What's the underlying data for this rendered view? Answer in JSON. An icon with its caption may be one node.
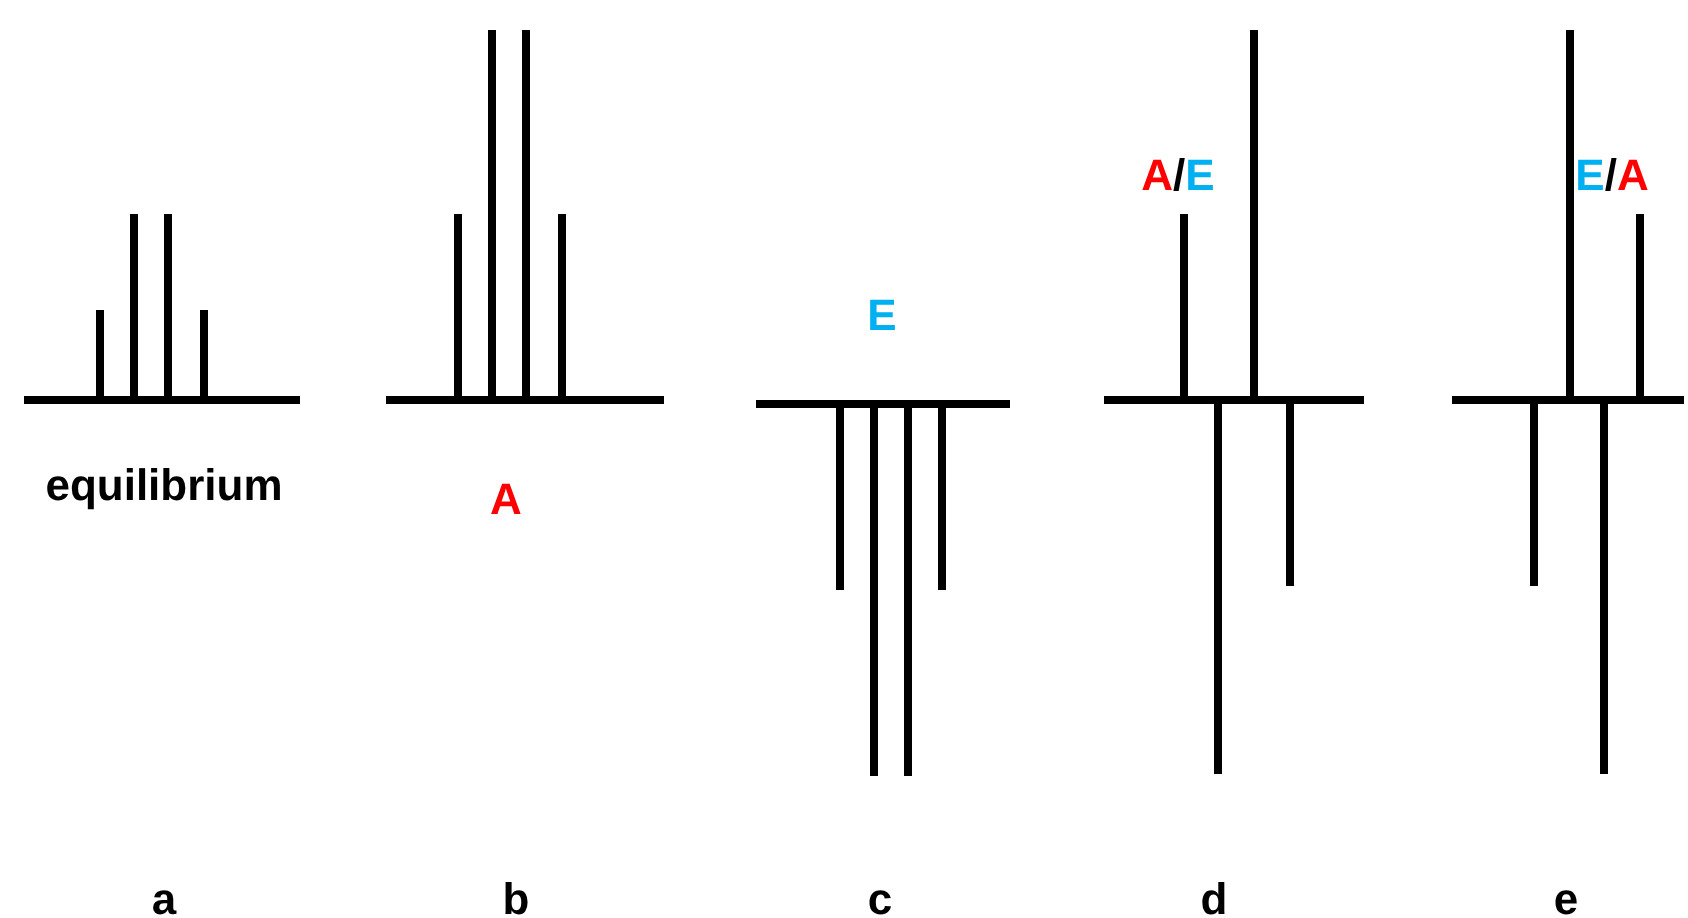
{
  "diagram": {
    "labels": [
      "A/E",
      "E/A",
      "E",
      "equilibrium",
      "A",
      "a",
      "b",
      "c",
      "d",
      "e"
    ]
  }
}
